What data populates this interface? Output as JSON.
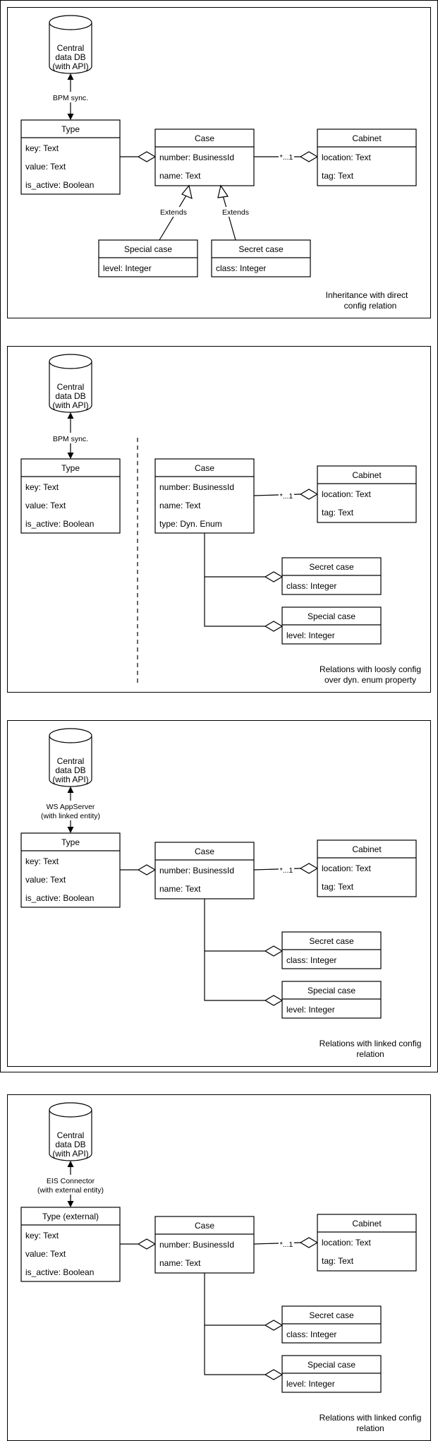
{
  "panels": [
    {
      "caption": [
        "Inheritance with direct",
        "config relation"
      ],
      "db": {
        "lines": [
          "Central",
          "data DB",
          "(with API)"
        ]
      },
      "sync": [
        "BPM sync."
      ],
      "type": {
        "title": "Type",
        "attrs": [
          "key: Text",
          "value: Text",
          "is_active: Boolean"
        ]
      },
      "case": {
        "title": "Case",
        "attrs": [
          "number: BusinessId",
          "name: Text"
        ]
      },
      "cabinet": {
        "title": "Cabinet",
        "attrs": [
          "location: Text",
          "tag: Text"
        ]
      },
      "multiplicity": "*...1",
      "special": {
        "title": "Special case",
        "attrs": [
          "level: Integer"
        ]
      },
      "secret": {
        "title": "Secret case",
        "attrs": [
          "class: Integer"
        ]
      },
      "extends_label": "Extends"
    },
    {
      "caption": [
        "Relations with loosly config",
        "over dyn. enum property"
      ],
      "db": {
        "lines": [
          "Central",
          "data DB",
          "(with API)"
        ]
      },
      "sync": [
        "BPM sync."
      ],
      "type": {
        "title": "Type",
        "attrs": [
          "key: Text",
          "value: Text",
          "is_active: Boolean"
        ]
      },
      "case": {
        "title": "Case",
        "attrs": [
          "number: BusinessId",
          "name: Text",
          "type: Dyn. Enum"
        ]
      },
      "cabinet": {
        "title": "Cabinet",
        "attrs": [
          "location: Text",
          "tag: Text"
        ]
      },
      "multiplicity": "*...1",
      "secret": {
        "title": "Secret case",
        "attrs": [
          "class: Integer"
        ]
      },
      "special": {
        "title": "Special case",
        "attrs": [
          "level: Integer"
        ]
      }
    },
    {
      "caption": [
        "Relations with linked config",
        "relation"
      ],
      "db": {
        "lines": [
          "Central",
          "data DB",
          "(with API)"
        ]
      },
      "sync": [
        "WS AppServer",
        "(with linked entity)"
      ],
      "type": {
        "title": "Type",
        "attrs": [
          "key: Text",
          "value: Text",
          "is_active: Boolean"
        ]
      },
      "case": {
        "title": "Case",
        "attrs": [
          "number: BusinessId",
          "name: Text"
        ]
      },
      "cabinet": {
        "title": "Cabinet",
        "attrs": [
          "location: Text",
          "tag: Text"
        ]
      },
      "multiplicity": "*...1",
      "secret": {
        "title": "Secret case",
        "attrs": [
          "class: Integer"
        ]
      },
      "special": {
        "title": "Special case",
        "attrs": [
          "level: Integer"
        ]
      }
    },
    {
      "caption": [
        "Relations with linked config",
        "relation"
      ],
      "db": {
        "lines": [
          "Central",
          "data DB",
          "(with API)"
        ]
      },
      "sync": [
        "EIS Connector",
        "(with external entity)"
      ],
      "type": {
        "title": "Type (external)",
        "attrs": [
          "key: Text",
          "value: Text",
          "is_active: Boolean"
        ]
      },
      "case": {
        "title": "Case",
        "attrs": [
          "number: BusinessId",
          "name: Text"
        ]
      },
      "cabinet": {
        "title": "Cabinet",
        "attrs": [
          "location: Text",
          "tag: Text"
        ]
      },
      "multiplicity": "*...1",
      "secret": {
        "title": "Secret case",
        "attrs": [
          "class: Integer"
        ]
      },
      "special": {
        "title": "Special case",
        "attrs": [
          "level: Integer"
        ]
      }
    }
  ]
}
